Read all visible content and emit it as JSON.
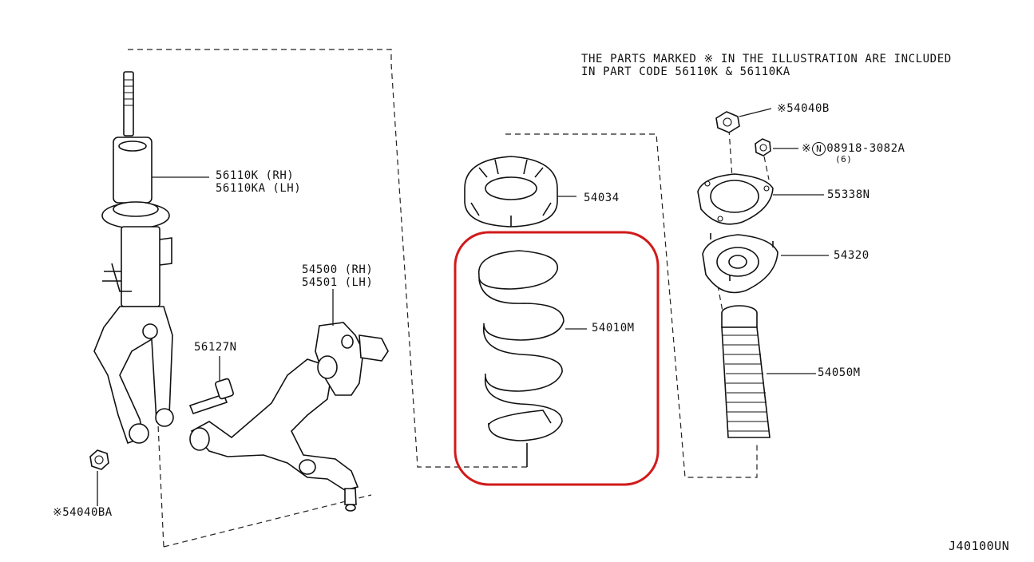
{
  "note": {
    "line1": "THE PARTS MARKED  ※  IN THE ILLUSTRATION ARE INCLUDED",
    "line2": "IN PART CODE 56110K & 56110KA"
  },
  "labels": {
    "strut_rh": "56110K (RH)",
    "strut_lh": "56110KA (LH)",
    "arm_rh": "54500 (RH)",
    "arm_lh": "54501 (LH)",
    "bolt": "56127N",
    "nut_ba": "※54040BA",
    "seat": "54034",
    "spring": "54010M",
    "nut_b": "※54040B",
    "nut_n_prefix": "※",
    "nut_n_code": "08918-3082A",
    "nut_n_qty": "(6)",
    "plate": "55338N",
    "mount": "54320",
    "boot": "54050M",
    "diagram_code": "J40100UN"
  },
  "colors": {
    "line": "#1a1a1a",
    "highlight": "#d11a1a",
    "background": "#ffffff"
  }
}
